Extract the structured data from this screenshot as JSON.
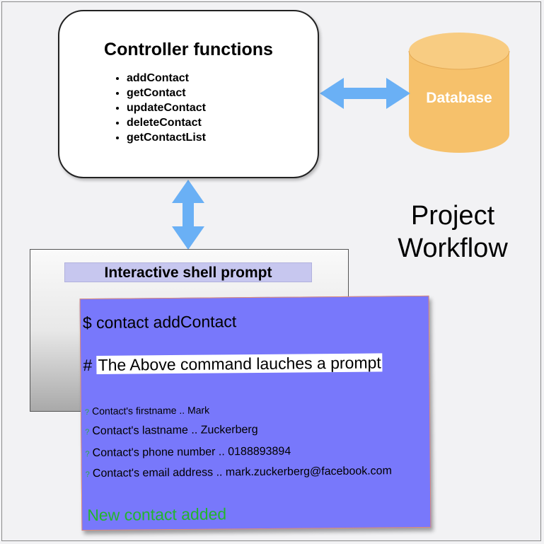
{
  "controller": {
    "title": "Controller functions",
    "functions": [
      "addContact",
      "getContact",
      "updateContact",
      "deleteContact",
      "getContactList"
    ]
  },
  "database": {
    "label": "Database"
  },
  "workflow": {
    "line1": "Project",
    "line2": "Workflow"
  },
  "shell": {
    "title": "Interactive shell prompt"
  },
  "terminal": {
    "command": "$ contact addContact",
    "comment_prefix": "# ",
    "comment_text": "The Above command lauches a prompt",
    "prompt_mark": "?",
    "prompts": [
      "Contact's firstname .. Mark",
      "Contact's lastname .. Zuckerberg",
      "Contact's phone number .. 0188893894",
      "Contact's email address .. mark.zuckerberg@facebook.com"
    ],
    "result": "New contact added"
  },
  "colors": {
    "arrow": "#6ab0f5",
    "database_fill": "#f6c16b",
    "terminal_bg": "#7878fb",
    "success_text": "#23b52e",
    "shell_title_bg": "#c7c7ef"
  }
}
